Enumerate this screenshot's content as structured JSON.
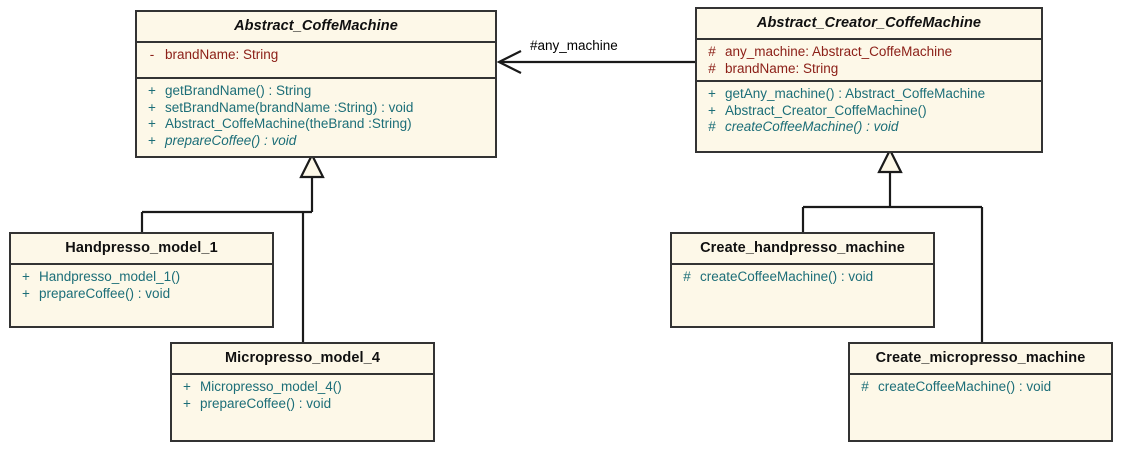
{
  "diagram": {
    "title": "UML Class Diagram - Abstract Factory Coffee Machine",
    "background": "#ffffff",
    "colors": {
      "box_fill": "#FDF8E8",
      "box_border": "#333333",
      "attribute_text": "#8C2018",
      "method_text": "#1C6E78",
      "name_text": "#101010",
      "edge": "#1a1a1a"
    }
  },
  "classes": {
    "abstract_coffemachine": {
      "name": "Abstract_CoffeMachine",
      "attributes": [
        {
          "visibility": "-",
          "signature": "brandName:  String"
        }
      ],
      "methods": [
        {
          "visibility": "+",
          "signature": "getBrandName() : String",
          "abstract": false
        },
        {
          "visibility": "+",
          "signature": "setBrandName(brandName :String) : void",
          "abstract": false
        },
        {
          "visibility": "+",
          "signature": "Abstract_CoffeMachine(theBrand :String)",
          "abstract": false
        },
        {
          "visibility": "+",
          "signature": "prepareCoffee() : void",
          "abstract": true
        }
      ]
    },
    "abstract_creator_coffemachine": {
      "name": "Abstract_Creator_CoffeMachine",
      "attributes": [
        {
          "visibility": "#",
          "signature": "any_machine:  Abstract_CoffeMachine"
        },
        {
          "visibility": "#",
          "signature": "brandName:  String"
        }
      ],
      "methods": [
        {
          "visibility": "+",
          "signature": "getAny_machine() : Abstract_CoffeMachine",
          "abstract": false
        },
        {
          "visibility": "+",
          "signature": "Abstract_Creator_CoffeMachine()",
          "abstract": false
        },
        {
          "visibility": "#",
          "signature": "createCoffeeMachine() : void",
          "abstract": true
        }
      ]
    },
    "handpresso_model_1": {
      "name": "Handpresso_model_1",
      "attributes": [],
      "methods": [
        {
          "visibility": "+",
          "signature": "Handpresso_model_1()",
          "abstract": false
        },
        {
          "visibility": "+",
          "signature": "prepareCoffee() : void",
          "abstract": false
        }
      ]
    },
    "micropresso_model_4": {
      "name": "Micropresso_model_4",
      "attributes": [],
      "methods": [
        {
          "visibility": "+",
          "signature": "Micropresso_model_4()",
          "abstract": false
        },
        {
          "visibility": "+",
          "signature": "prepareCoffee() : void",
          "abstract": false
        }
      ]
    },
    "create_handpresso_machine": {
      "name": "Create_handpresso_machine",
      "attributes": [],
      "methods": [
        {
          "visibility": "#",
          "signature": "createCoffeeMachine() : void",
          "abstract": false
        }
      ]
    },
    "create_micropresso_machine": {
      "name": "Create_micropresso_machine",
      "attributes": [],
      "methods": [
        {
          "visibility": "#",
          "signature": "createCoffeeMachine() : void",
          "abstract": false
        }
      ]
    }
  },
  "relationships": {
    "association": {
      "label": "#any_machine",
      "from": "Abstract_Creator_CoffeMachine",
      "to": "Abstract_CoffeMachine",
      "type": "directed-association"
    },
    "generalizations": [
      {
        "child": "Handpresso_model_1",
        "parent": "Abstract_CoffeMachine"
      },
      {
        "child": "Micropresso_model_4",
        "parent": "Abstract_CoffeMachine"
      },
      {
        "child": "Create_handpresso_machine",
        "parent": "Abstract_Creator_CoffeMachine"
      },
      {
        "child": "Create_micropresso_machine",
        "parent": "Abstract_Creator_CoffeMachine"
      }
    ]
  }
}
